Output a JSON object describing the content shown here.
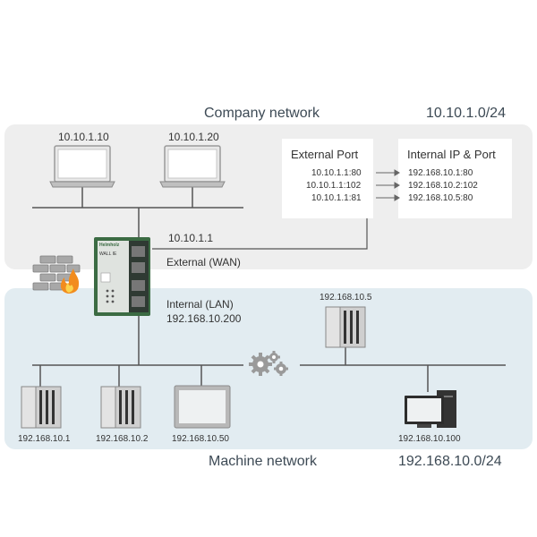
{
  "company_zone": {
    "title": "Company network",
    "subnet": "10.10.1.0/24",
    "laptops": [
      {
        "ip": "10.10.1.10"
      },
      {
        "ip": "10.10.1.20"
      }
    ],
    "router_wan_ip": "10.10.1.1",
    "wan_label": "External (WAN)"
  },
  "nat_table": {
    "external_header": "External Port",
    "internal_header": "Internal IP & Port",
    "rows": [
      {
        "external": "10.10.1.1:80",
        "internal": "192.168.10.1:80"
      },
      {
        "external": "10.10.1.1:102",
        "internal": "192.168.10.2:102"
      },
      {
        "external": "10.10.1.1:81",
        "internal": "192.168.10.5:80"
      }
    ]
  },
  "router": {
    "brand": "Helmholz",
    "model": "WALL IE",
    "lan_label": "Internal (LAN)",
    "lan_ip": "192.168.10.200"
  },
  "machine_zone": {
    "title": "Machine network",
    "subnet": "192.168.10.0/24",
    "devices": [
      {
        "ip": "192.168.10.1"
      },
      {
        "ip": "192.168.10.2"
      },
      {
        "ip": "192.168.10.50"
      },
      {
        "ip": "192.168.10.5"
      },
      {
        "ip": "192.168.10.100"
      }
    ]
  },
  "colors": {
    "company_bg": "#eeeeee",
    "machine_bg": "#e2ecf1",
    "line": "#555555",
    "router_green": "#3b6b43"
  }
}
